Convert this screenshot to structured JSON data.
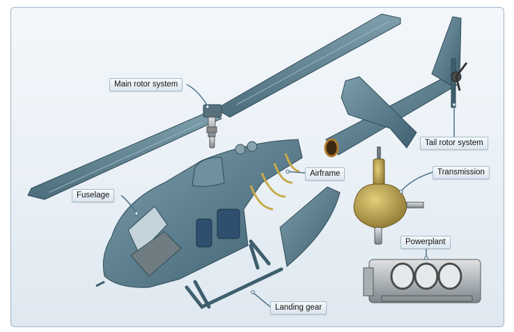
{
  "labels": {
    "main_rotor": "Main rotor system",
    "tail_rotor": "Tail rotor system",
    "fuselage": "Fuselage",
    "airframe": "Airframe",
    "transmission": "Transmission",
    "powerplant": "Powerplant",
    "landing_gear": "Landing gear"
  },
  "colors": {
    "body": "#5f8190",
    "body_dark": "#3e5f6d",
    "transmission": "#b8a24e",
    "engine": "#9aa0a4",
    "frame_gold": "#c9aa48",
    "leader": "#4b7088"
  }
}
